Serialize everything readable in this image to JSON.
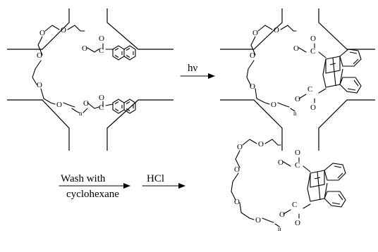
{
  "arrows": {
    "step1": "hν",
    "step2_top": "Wash with",
    "step2_bottom": "cyclohexane",
    "step3": "HCl"
  },
  "atoms": {
    "oxygen": "O",
    "carbon": "C",
    "subscript_n": "n"
  }
}
